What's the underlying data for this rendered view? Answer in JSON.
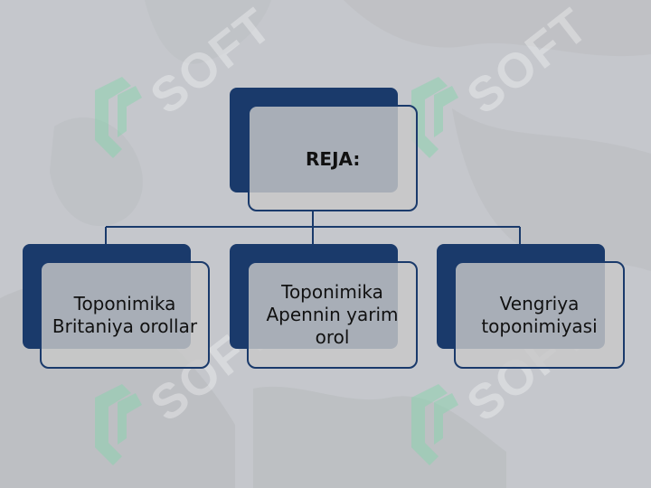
{
  "diagram": {
    "root": {
      "label": "REJA:"
    },
    "children": [
      {
        "label": "Toponimika Britaniya orollar"
      },
      {
        "label": "Toponimika Apennin yarim orol"
      },
      {
        "label": "Vengriya toponimiyasi"
      }
    ]
  },
  "watermark": {
    "text": "SOFT",
    "logo_icon": "soft-logo-icon"
  },
  "colors": {
    "node_dark": "#1a3a6b",
    "node_light": "#c8c8c8",
    "background": "#c5c7cc",
    "watermark": "#8fd0b0"
  }
}
